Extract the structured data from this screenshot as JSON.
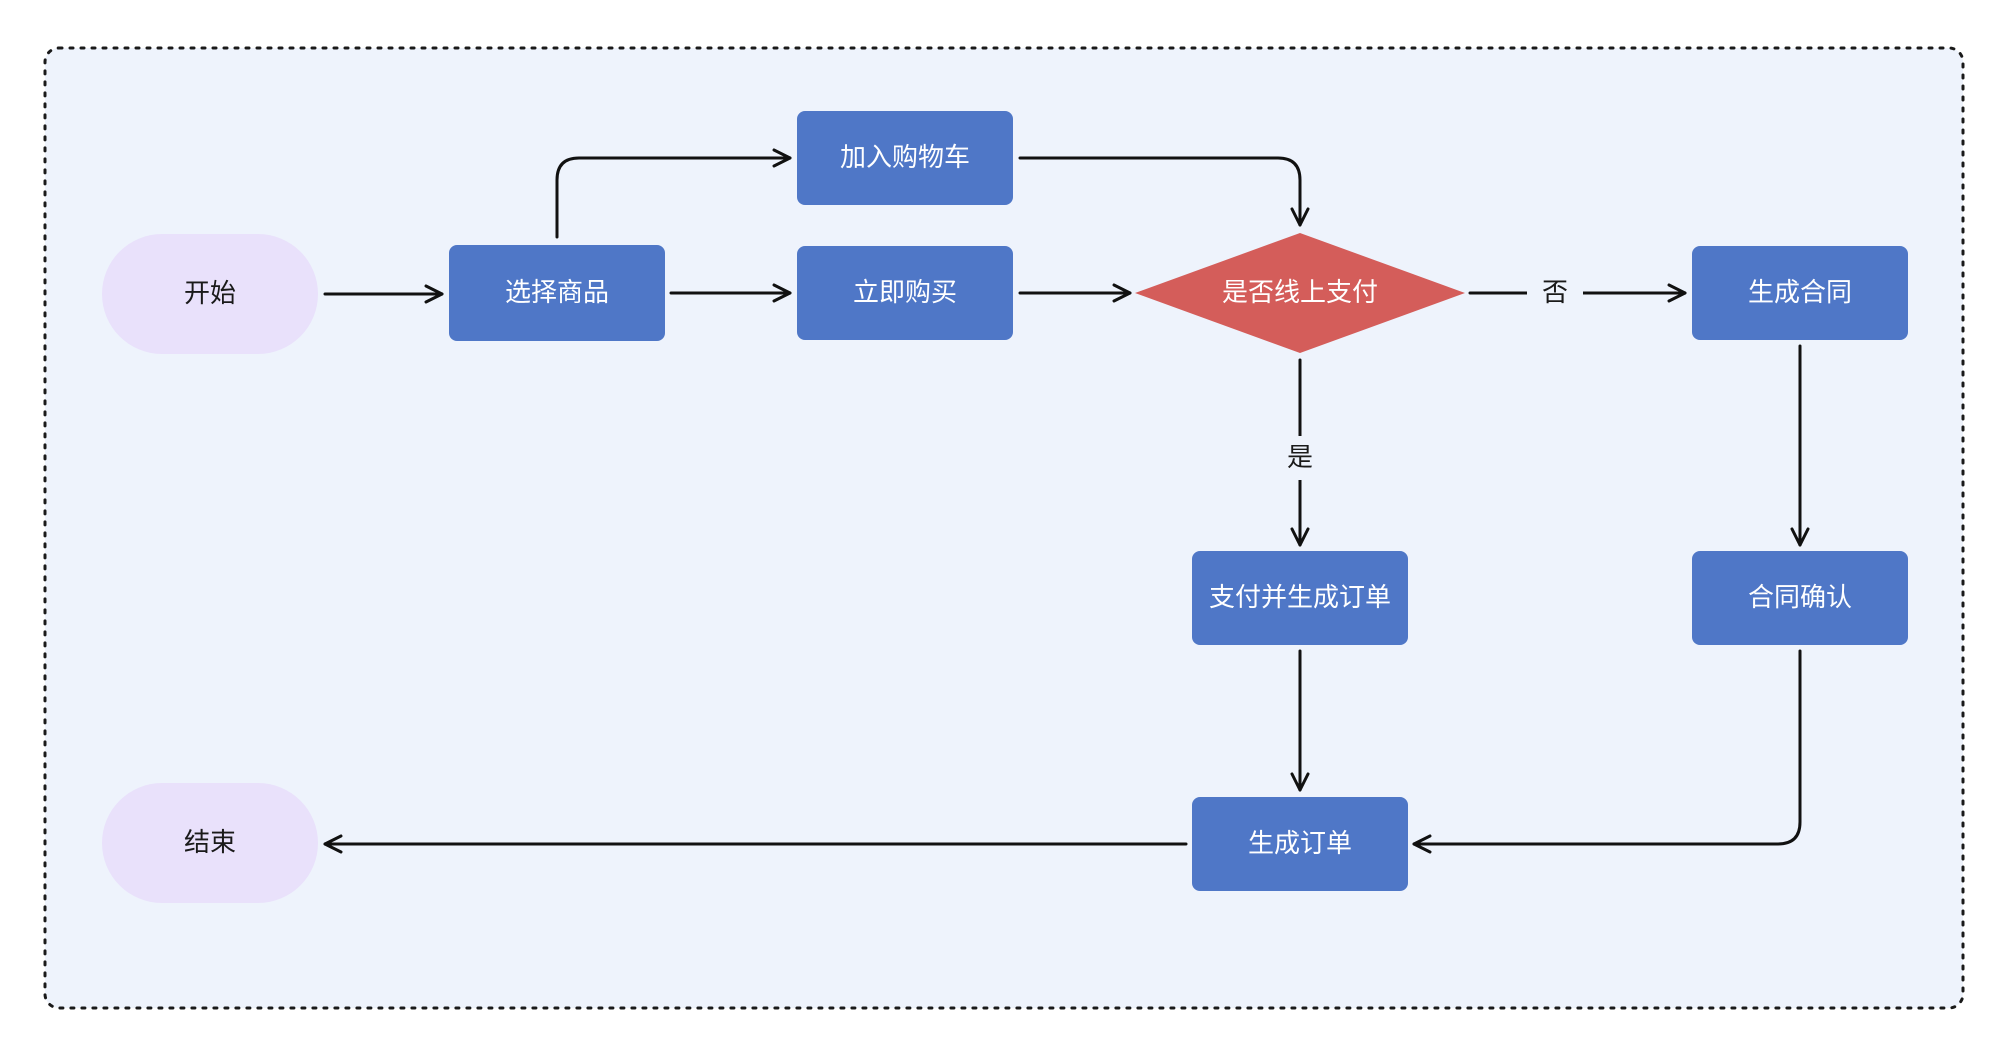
{
  "colors": {
    "background": "#eef3fc",
    "frame_border": "#1a1a1a",
    "process_fill": "#4f77c7",
    "process_text": "#ffffff",
    "decision_fill": "#d45d5a",
    "decision_text": "#ffffff",
    "terminal_fill": "#e9e1fb",
    "terminal_text": "#1a1a1a",
    "edge": "#111111",
    "edge_label_text": "#1a1a1a"
  },
  "nodes": [
    {
      "id": "start",
      "label": "开始",
      "shape": "terminal",
      "icon": "terminal-pill"
    },
    {
      "id": "select",
      "label": "选择商品",
      "shape": "process"
    },
    {
      "id": "cart",
      "label": "加入购物车",
      "shape": "process"
    },
    {
      "id": "buy",
      "label": "立即购买",
      "shape": "process"
    },
    {
      "id": "online",
      "label": "是否线上支付",
      "shape": "decision",
      "icon": "decision-diamond"
    },
    {
      "id": "contract",
      "label": "生成合同",
      "shape": "process"
    },
    {
      "id": "pay",
      "label": "支付并生成订单",
      "shape": "process"
    },
    {
      "id": "confirm",
      "label": "合同确认",
      "shape": "process"
    },
    {
      "id": "order",
      "label": "生成订单",
      "shape": "process"
    },
    {
      "id": "end",
      "label": "结束",
      "shape": "terminal",
      "icon": "terminal-pill"
    }
  ],
  "edges": [
    {
      "id": "start-select",
      "from": "start",
      "to": "select",
      "label": ""
    },
    {
      "id": "select-cart",
      "from": "select",
      "to": "cart",
      "label": ""
    },
    {
      "id": "select-buy",
      "from": "select",
      "to": "buy",
      "label": ""
    },
    {
      "id": "cart-online",
      "from": "cart",
      "to": "online",
      "label": ""
    },
    {
      "id": "buy-online",
      "from": "buy",
      "to": "online",
      "label": ""
    },
    {
      "id": "online-contract",
      "from": "online",
      "to": "contract",
      "label": "否"
    },
    {
      "id": "online-pay",
      "from": "online",
      "to": "pay",
      "label": "是"
    },
    {
      "id": "contract-confirm",
      "from": "contract",
      "to": "confirm",
      "label": ""
    },
    {
      "id": "pay-order",
      "from": "pay",
      "to": "order",
      "label": ""
    },
    {
      "id": "confirm-order",
      "from": "confirm",
      "to": "order",
      "label": ""
    },
    {
      "id": "order-end",
      "from": "order",
      "to": "end",
      "label": ""
    }
  ]
}
